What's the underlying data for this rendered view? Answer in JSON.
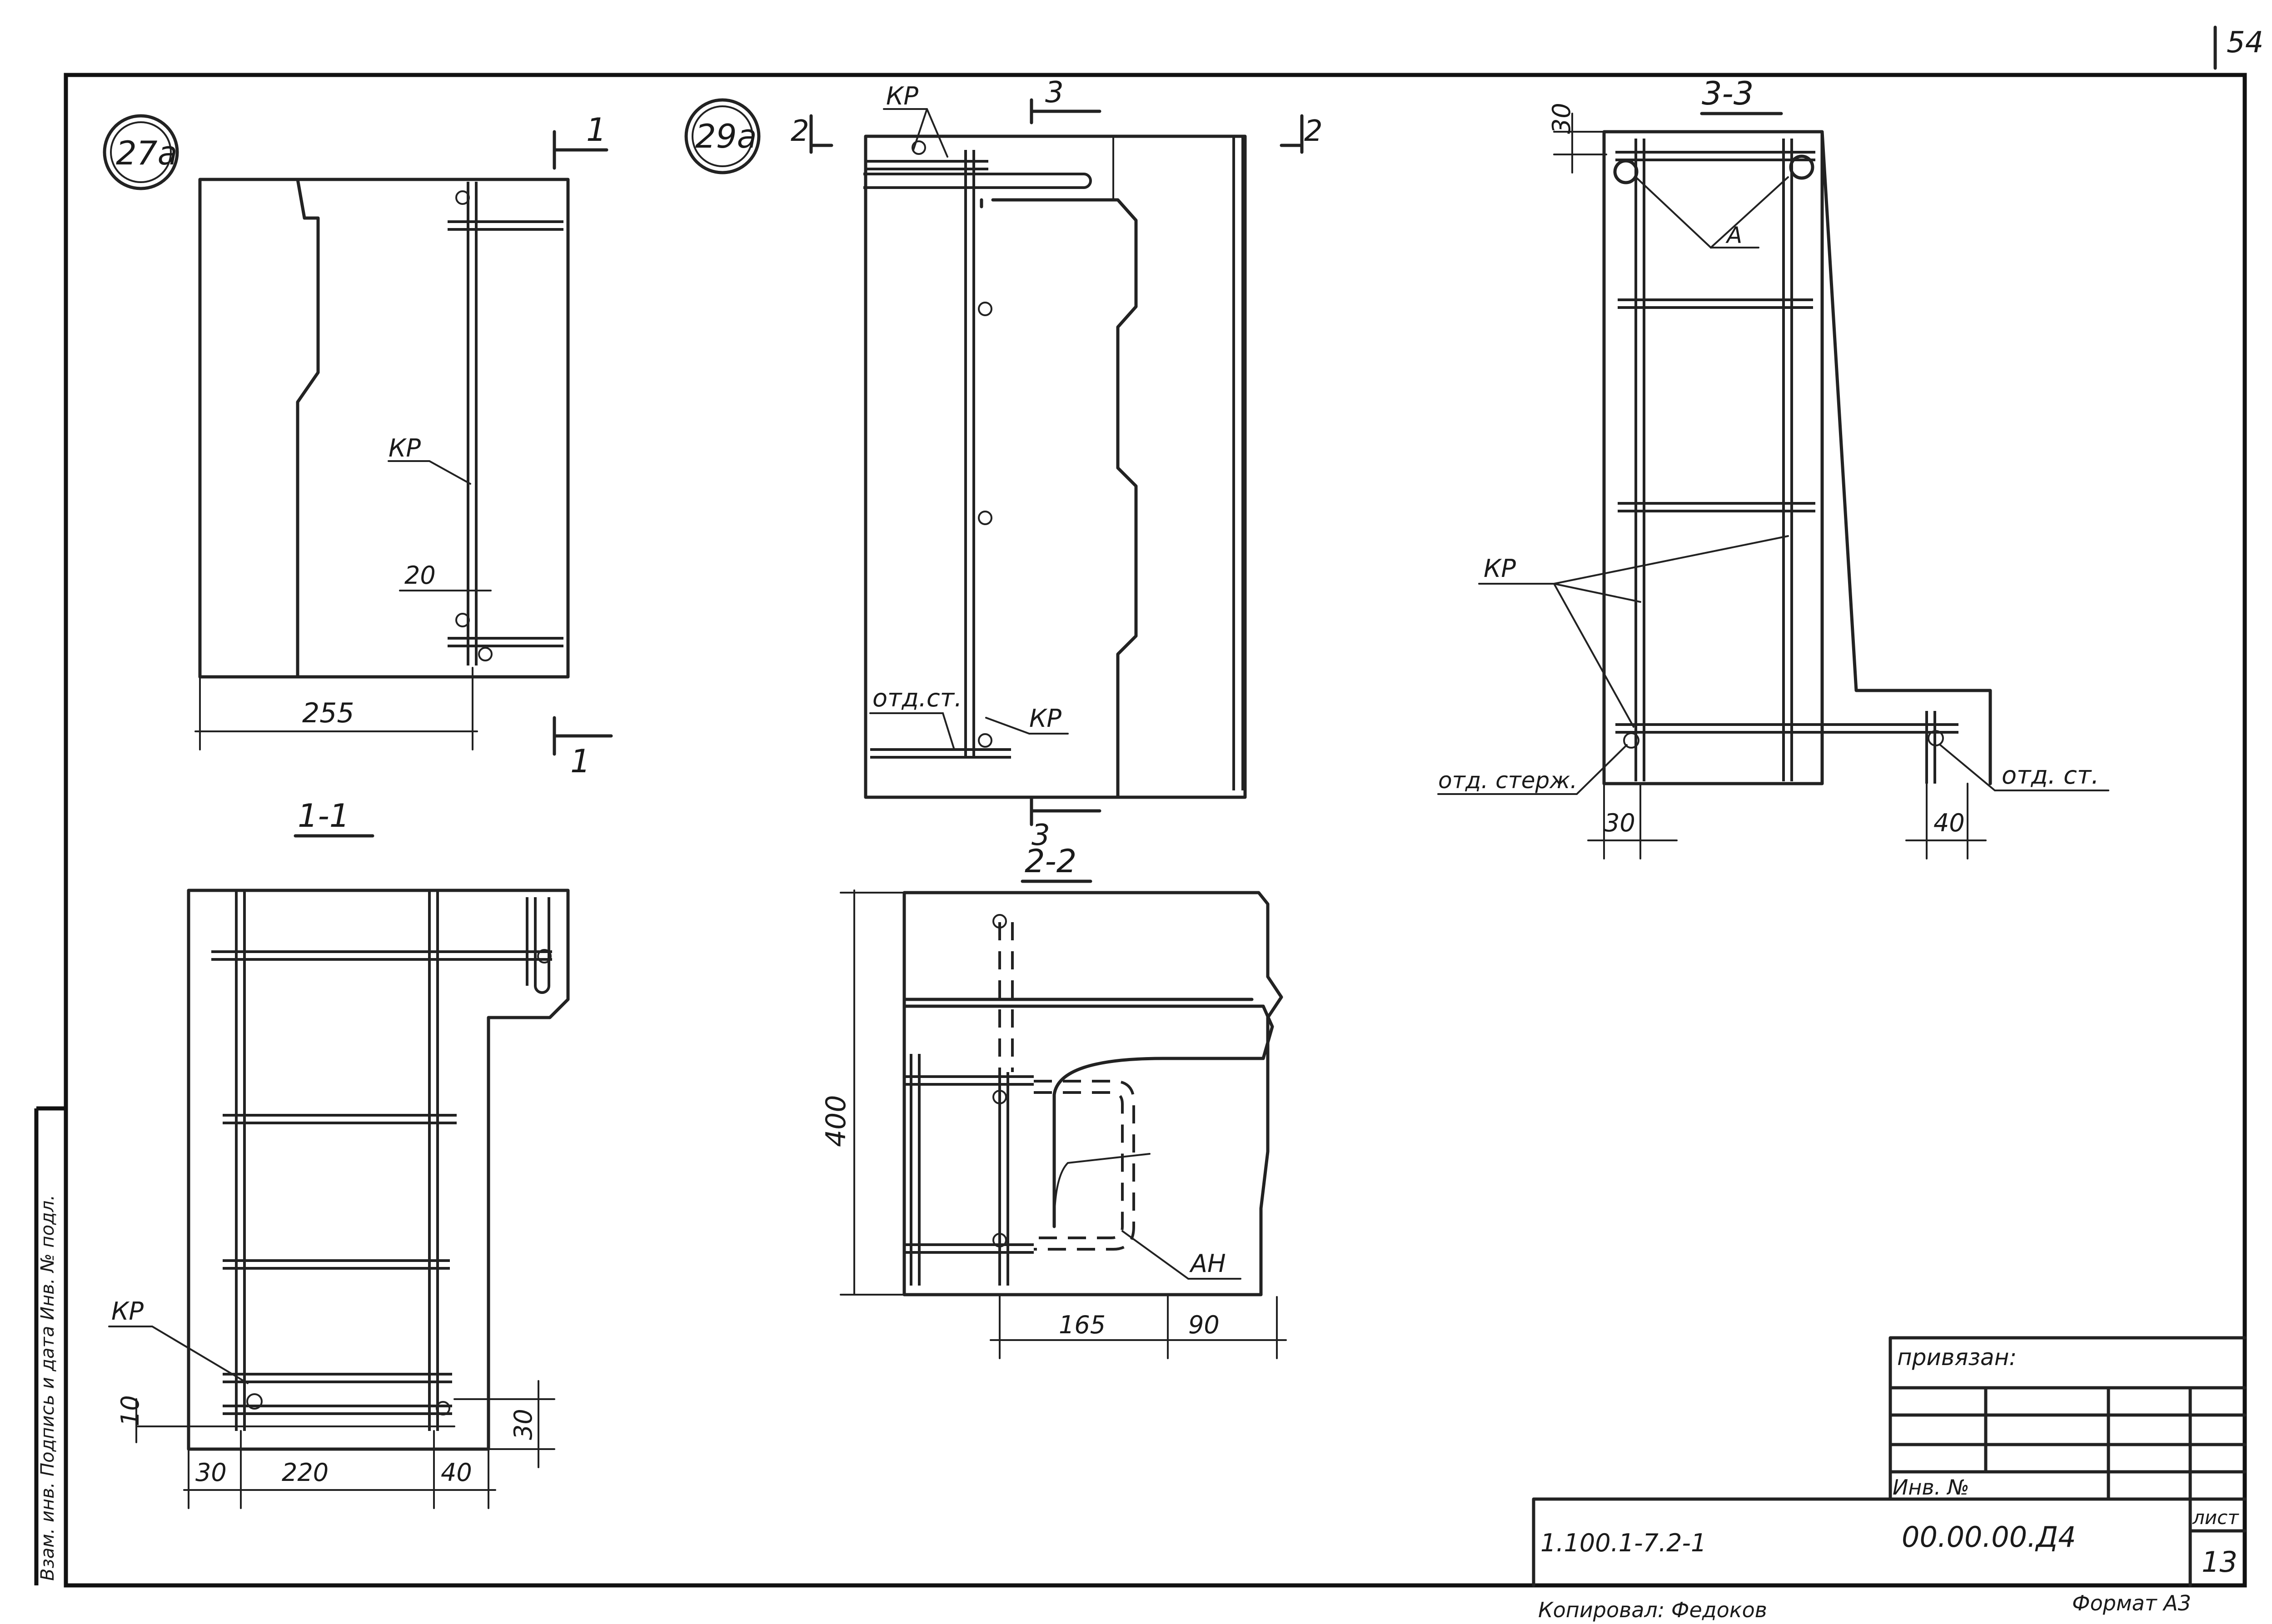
{
  "sheet_corner_number": "54",
  "details": {
    "d27a": {
      "tag": "27а",
      "cut_label": "1",
      "callout_bar": "КР",
      "dim_small": "20",
      "dim_width": "255"
    },
    "d29a": {
      "tag": "29а",
      "cut_2": "2",
      "cut_3": "3",
      "callout_bar_top": "КР",
      "callout_bar_bottom": "КР",
      "callout_rod": "отд.ст."
    },
    "s33": {
      "title": "3-3",
      "dim_top": "30",
      "callout_a": "А",
      "callout_bar": "КР",
      "callout_rod_left": "отд. стерж.",
      "callout_rod_right": "отд. ст.",
      "dim_left": "30",
      "dim_right": "40"
    },
    "s11": {
      "title": "1-1",
      "callout_bar": "КР",
      "dim_10": "10",
      "dim_30_right": "30",
      "dim_30": "30",
      "dim_220": "220",
      "dim_40": "40"
    },
    "s22": {
      "title": "2-2",
      "dim_400": "400",
      "callout_an": "АН",
      "dim_165": "165",
      "dim_90": "90"
    }
  },
  "title_block": {
    "bound_label": "привязан:",
    "inv_label": "Инв. №",
    "doc_code": "1.100.1-7.2-1",
    "drawing_number": "00.00.00.Д4",
    "sheet_label": "лист",
    "sheet_number": "13",
    "copied_by": "Копировал: Федоков",
    "format": "Формат А3"
  },
  "margin_stamp": "Взам. инв. Подпись и дата Инв. № подл."
}
